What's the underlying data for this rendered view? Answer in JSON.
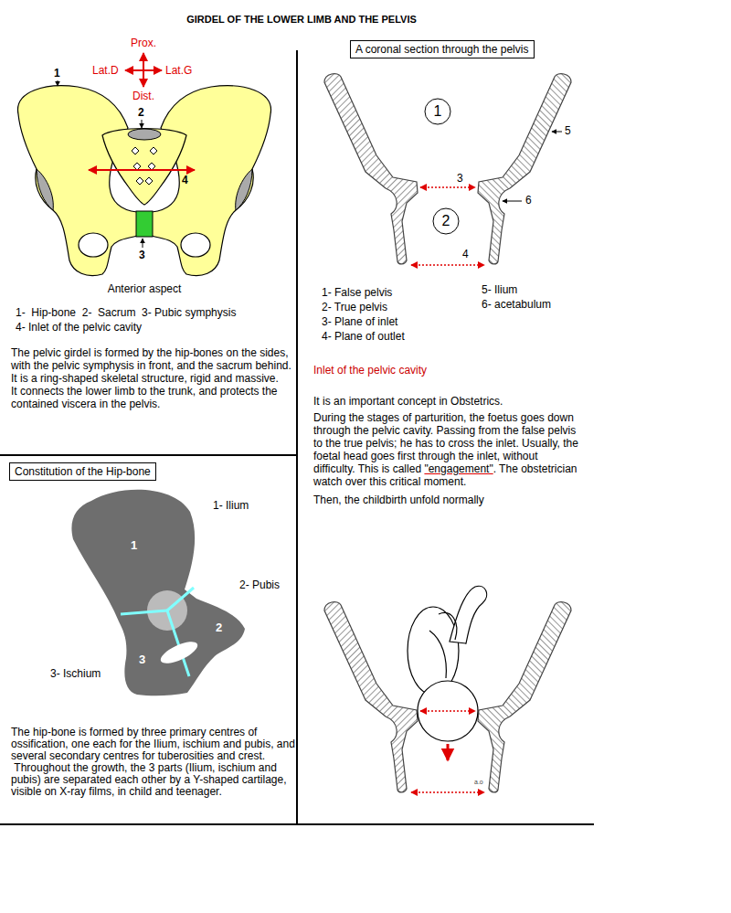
{
  "diagram": {
    "title": "GIRDEL OF THE LOWER LIMB AND THE PELVIS",
    "nodes": [
      {
        "text": [
          "Constitution of the Hip-bone"
        ]
      },
      {
        "text": [
          "A coronal section through the pelvis"
        ]
      },
      {
        "text": [
          "1"
        ]
      },
      {
        "text": [
          "2"
        ]
      }
    ],
    "labels": [
      "Prox.",
      "Lat.D",
      "Lat.G",
      "Dist.",
      "1",
      "2",
      "3",
      "4",
      "Anterior aspect",
      "1-  Hip-bone  2-  Sacrum  3- Pubic symphysis",
      "4- Inlet of the pelvic cavity",
      "The pelvic girdel is formed by the hip-bones on the sides, with the pelvic symphysis in front, and the sacrum behind.",
      "It is a ring-shaped skeletal structure, rigid and massive.",
      "It connects the lower limb to the trunk, and protects the contained viscera in the pelvis.",
      "3",
      "4",
      "5",
      "6",
      "1- False pelvis",
      "2- True pelvis",
      "3- Plane of inlet",
      "4- Plane of outlet",
      "5- Ilium",
      "6- acetabulum",
      "Inlet of the pelvic cavity",
      "It is an important concept in Obstetrics.",
      "During the stages of parturition, the foetus goes down through the pelvic cavity. Passing from the false pelvis to the true pelvis; he has to cross the inlet. Usually, the foetal head goes first through the inlet, without difficulty. This is called",
      "\"engagement\"",
      ". The obstetrician watch over this critical moment.",
      "Then, the childbirth unfold normally",
      "1",
      "2",
      "3",
      "1- Ilium",
      "2- Pubis",
      "3- Ischium",
      "The hip-bone is formed by three primary centres of ossification, one each for the Ilium, ischium and pubis, and several secondary centres for tuberosities and crest.",
      " Throughout the growth, the 3 parts (Ilium, ischium and pubis) are separated each other by a Y-shaped cartilage, visible on X-ray films, in child and teenager.",
      "a.o"
    ]
  }
}
